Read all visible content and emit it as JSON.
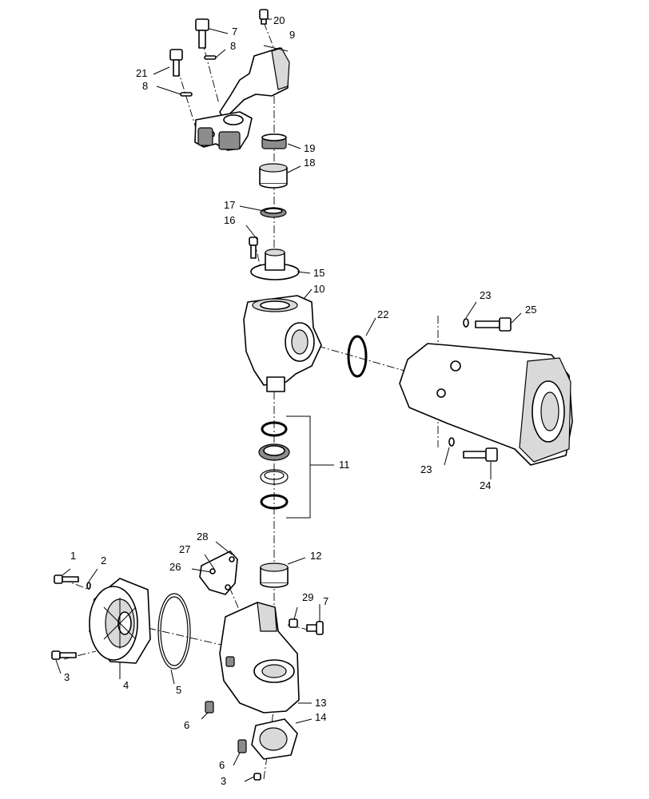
{
  "callouts": [
    {
      "id": "c1",
      "text": "1"
    },
    {
      "id": "c2",
      "text": "2"
    },
    {
      "id": "c3a",
      "text": "3"
    },
    {
      "id": "c3b",
      "text": "3"
    },
    {
      "id": "c4",
      "text": "4"
    },
    {
      "id": "c5",
      "text": "5"
    },
    {
      "id": "c6a",
      "text": "6"
    },
    {
      "id": "c6b",
      "text": "6"
    },
    {
      "id": "c7a",
      "text": "7"
    },
    {
      "id": "c7b",
      "text": "7"
    },
    {
      "id": "c8a",
      "text": "8"
    },
    {
      "id": "c8b",
      "text": "8"
    },
    {
      "id": "c9",
      "text": "9"
    },
    {
      "id": "c10",
      "text": "10"
    },
    {
      "id": "c11",
      "text": "11"
    },
    {
      "id": "c12",
      "text": "12"
    },
    {
      "id": "c13",
      "text": "13"
    },
    {
      "id": "c14",
      "text": "14"
    },
    {
      "id": "c15",
      "text": "15"
    },
    {
      "id": "c16",
      "text": "16"
    },
    {
      "id": "c17",
      "text": "17"
    },
    {
      "id": "c18",
      "text": "18"
    },
    {
      "id": "c19",
      "text": "19"
    },
    {
      "id": "c20",
      "text": "20"
    },
    {
      "id": "c21",
      "text": "21"
    },
    {
      "id": "c22",
      "text": "22"
    },
    {
      "id": "c23a",
      "text": "23"
    },
    {
      "id": "c23b",
      "text": "23"
    },
    {
      "id": "c24",
      "text": "24"
    },
    {
      "id": "c25",
      "text": "25"
    },
    {
      "id": "c26",
      "text": "26"
    },
    {
      "id": "c27",
      "text": "27"
    },
    {
      "id": "c28",
      "text": "28"
    },
    {
      "id": "c29",
      "text": "29"
    }
  ]
}
